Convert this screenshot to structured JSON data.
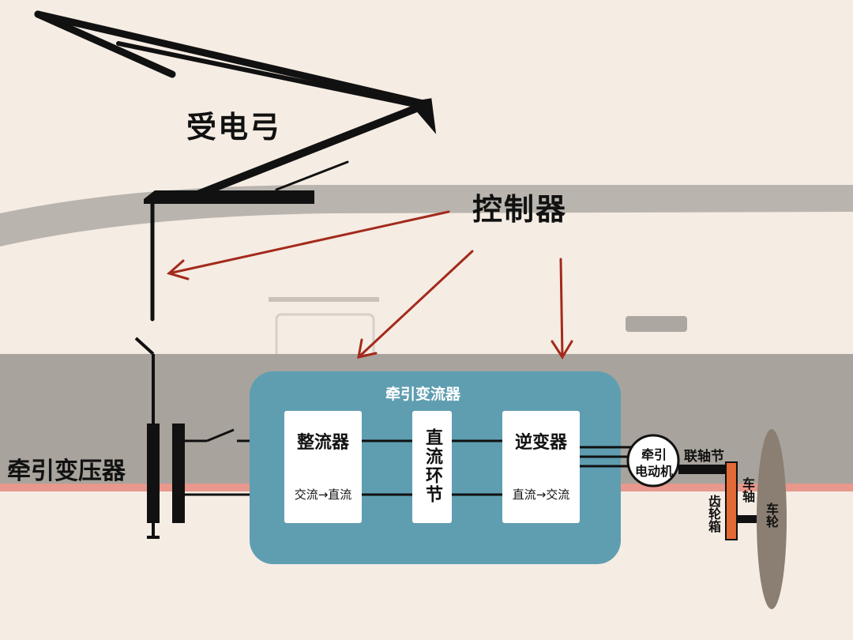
{
  "labels": {
    "pantograph": "受电弓",
    "controller": "控制器",
    "traction_transformer": "牵引变压器",
    "traction_converter": "牵引变流器",
    "rectifier": "整流器",
    "rectifier_sub": "交流→直流",
    "dc_link": "直流环节",
    "inverter": "逆变器",
    "inverter_sub": "直流→交流",
    "motor_line1": "牵引",
    "motor_line2": "电动机",
    "coupling": "联轴节",
    "axle": "车轴",
    "gearbox": "齿轮箱",
    "wheel": "车轮"
  },
  "colors": {
    "background": "#f5ece3",
    "train_band": "#a8a39d",
    "converter_fill": "#5f9eb1",
    "arrow": "#a32a1c",
    "gear_orange": "#e16a36",
    "wheel": "#8a7f72",
    "stripe": "#e8988c"
  }
}
